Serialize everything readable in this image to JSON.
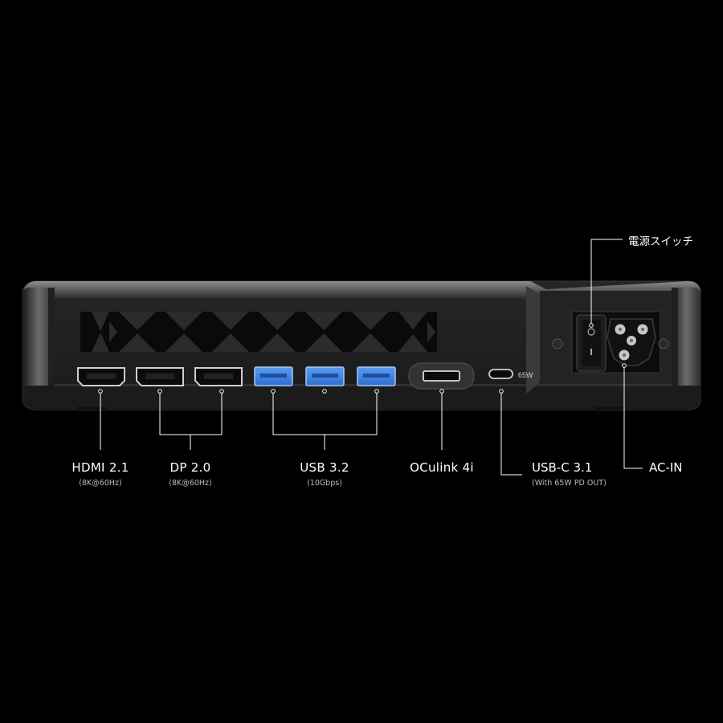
{
  "ports": {
    "hdmi": {
      "name": "HDMI 2.1",
      "detail": "(8K@60Hz)"
    },
    "dp": {
      "name": "DP 2.0",
      "detail": "(8K@60Hz)"
    },
    "usb": {
      "name": "USB 3.2",
      "detail": "(10Gbps)"
    },
    "oculink": {
      "name": "OCulink 4i"
    },
    "usbc": {
      "name": "USB-C 3.1",
      "detail": "(With 65W PD OUT)",
      "badge": "65W"
    },
    "power_switch": {
      "name": "電源スイッチ"
    },
    "ac_in": {
      "name": "AC-IN"
    }
  },
  "colors": {
    "background": "#000000",
    "usb_blue": "#3d7fe0",
    "chassis": "#2a2a2a"
  }
}
